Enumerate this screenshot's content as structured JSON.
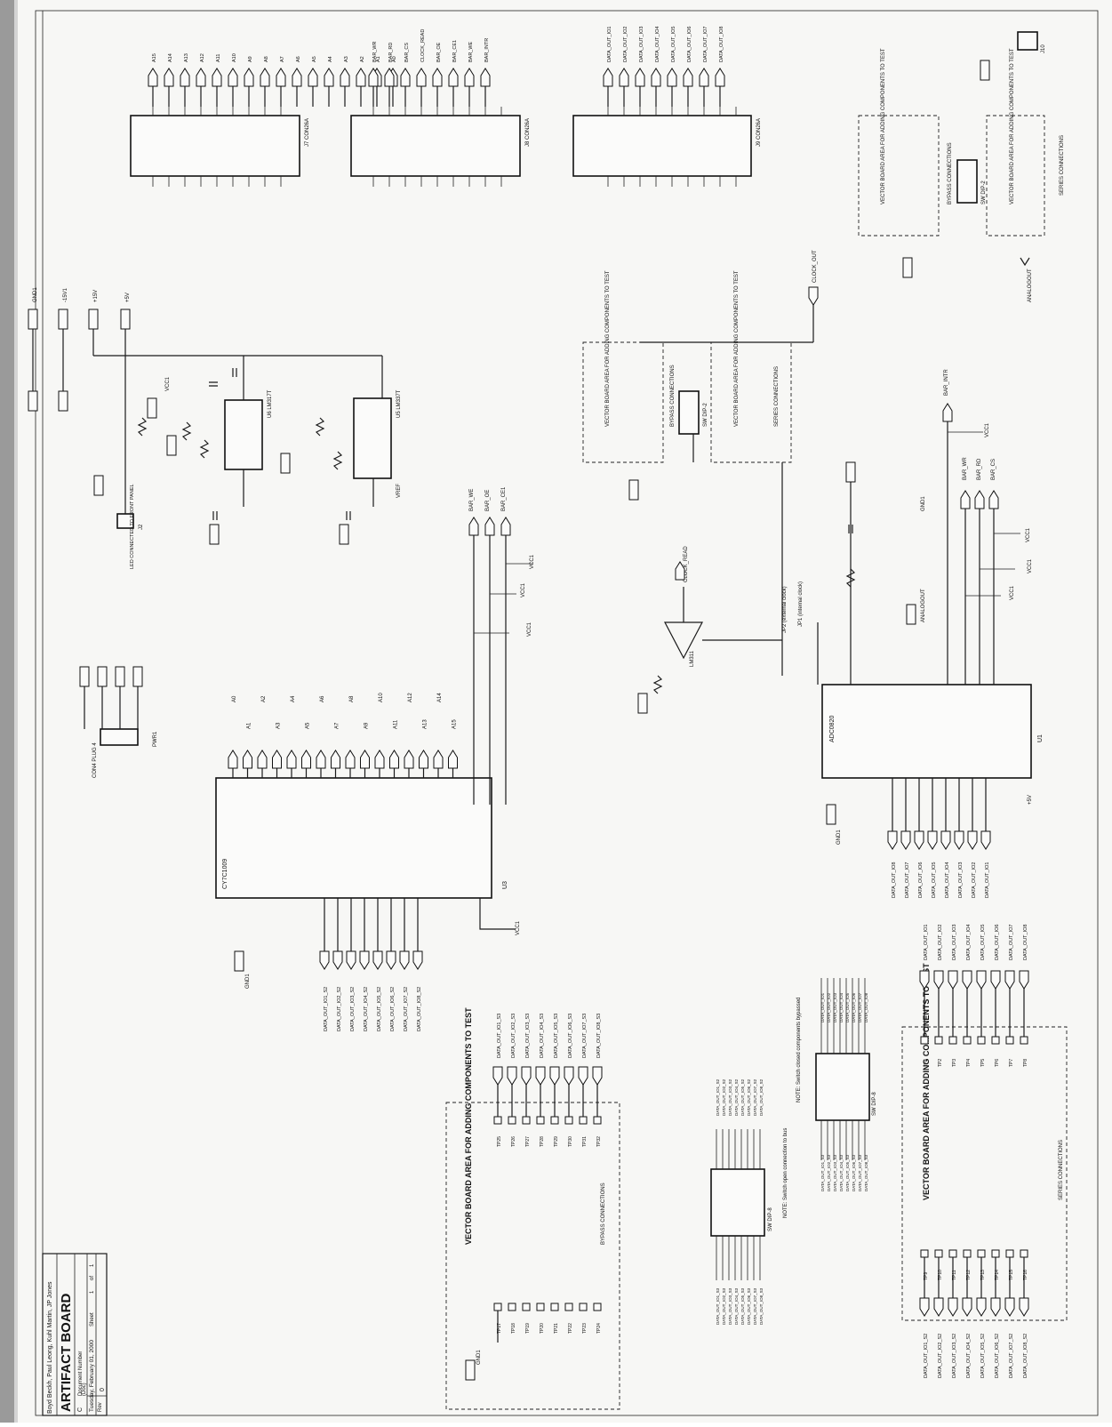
{
  "title_block": {
    "authors": "Boyd Beckh, Paul Leong, Kuhl Martin, JP Jones",
    "title": "ARTIFACT BOARD",
    "size": "C",
    "doc_label": "Document Number",
    "doc": "(Doc)",
    "date": "Tuesday, February 01, 2000",
    "sheet_label": "Sheet",
    "sheet": "1",
    "of": "of",
    "total": "1",
    "rev_label": "Rev",
    "rev": "0"
  },
  "labels": {
    "gnd": "GND1",
    "vcc": "VCC1",
    "p15": "+15V",
    "m15": "-15V1",
    "p5": "+5V",
    "vref": "VREF",
    "series": "SERIES CONNECTIONS",
    "bypass": "BYPASS CONNECTIONS",
    "vector": "VECTOR BOARD AREA FOR ADDING COMPONENTS TO TEST",
    "clock_out": "CLOCK_OUT",
    "clock_read": "CLOCK_READ",
    "analogout": "ANALOGOUT",
    "bar_intr": "BAR_INTR",
    "bar_wr": "BAR_WR",
    "bar_rd": "BAR_RD",
    "bar_cs": "BAR_CS",
    "bar_ce1": "BAR_CE1",
    "bar_oe": "BAR_OE",
    "bar_we": "BAR_WE",
    "jp1": "JP1 (internal clock)",
    "jp2": "JP2 (external clock)",
    "led": "LED CONNECTED TO FRONT PANEL",
    "note1": "NOTE: Switch open connection to bus",
    "note2": "NOTE: Switch closed components bypassed",
    "lm311": "LM311",
    "u3_part": "CY7C1009",
    "u1_part": "ADC0820",
    "conn_part": "CON4 PLUG 4",
    "sw": "SW DIP-8",
    "sw2": "SW DIP-2"
  },
  "parts": {
    "j7": "J7 CON26A",
    "j8": "J8 CON26A",
    "j9": "J9 CON26A",
    "u3": "U3",
    "u1": "U1",
    "u6": "U6 LM317T",
    "u5": "U5 LM337T",
    "pwr": "PWR1",
    "jj": "J10",
    "j2": "J2"
  },
  "data_nets": [
    "DATA_OUT_IO1",
    "DATA_OUT_IO2",
    "DATA_OUT_IO3",
    "DATA_OUT_IO4",
    "DATA_OUT_IO5",
    "DATA_OUT_IO6",
    "DATA_OUT_IO7",
    "DATA_OUT_IO8"
  ],
  "s2_nets": [
    "DATA_OUT_IO1_S2",
    "DATA_OUT_IO2_S2",
    "DATA_OUT_IO3_S2",
    "DATA_OUT_IO4_S2",
    "DATA_OUT_IO5_S2",
    "DATA_OUT_IO6_S2",
    "DATA_OUT_IO7_S2",
    "DATA_OUT_IO8_S2"
  ],
  "s3_nets": [
    "DATA_OUT_IO1_S3",
    "DATA_OUT_IO2_S3",
    "DATA_OUT_IO3_S3",
    "DATA_OUT_IO4_S3",
    "DATA_OUT_IO5_S3",
    "DATA_OUT_IO6_S3",
    "DATA_OUT_IO7_S3",
    "DATA_OUT_IO8_S3"
  ],
  "addr_nets": [
    "A0",
    "A1",
    "A2",
    "A3",
    "A4",
    "A5",
    "A6",
    "A7",
    "A8",
    "A9",
    "A10",
    "A11",
    "A12",
    "A13",
    "A14",
    "A15"
  ],
  "tp_a": [
    "TP1",
    "TP2",
    "TP3",
    "TP4",
    "TP5",
    "TP6",
    "TP7",
    "TP8"
  ],
  "tp_b": [
    "TP9",
    "TP10",
    "TP11",
    "TP12",
    "TP13",
    "TP14",
    "TP15",
    "TP16"
  ],
  "tp_c": [
    "TP17",
    "TP18",
    "TP19",
    "TP20",
    "TP21",
    "TP22",
    "TP23",
    "TP24"
  ],
  "tp_d": [
    "TP25",
    "TP26",
    "TP27",
    "TP28",
    "TP29",
    "TP30",
    "TP31",
    "TP32"
  ]
}
